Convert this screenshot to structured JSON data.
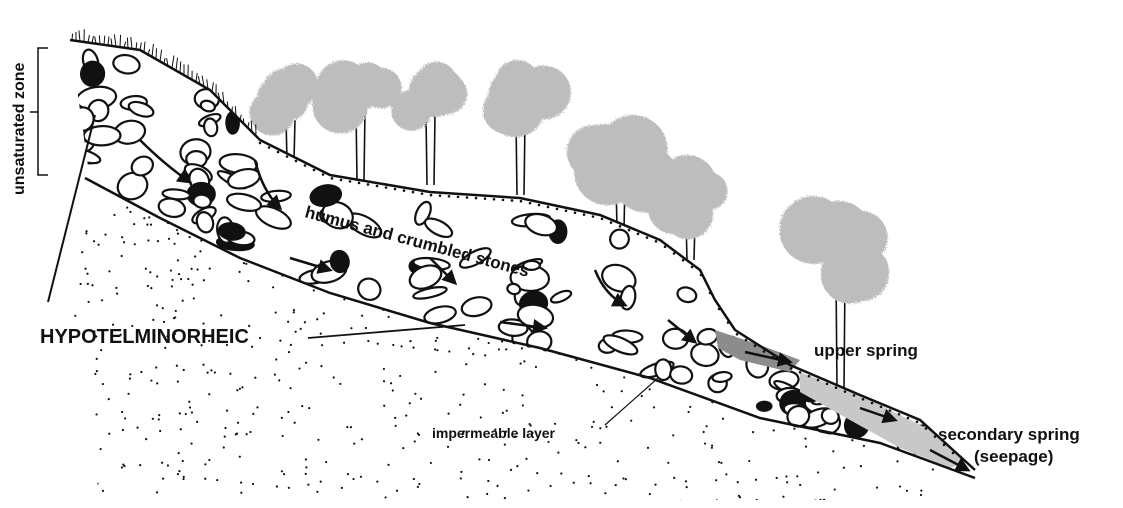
{
  "diagram": {
    "labels": {
      "unsaturated_zone": "unsaturated zone",
      "humus": "humus and crumbled stones",
      "hypotelminorheic": "HYPOTELMINORHEIC",
      "impermeable_layer": "impermeable layer",
      "upper_spring": "upper spring",
      "secondary_spring": "secondary spring",
      "seepage": "(seepage)"
    },
    "colors": {
      "ink": "#111111",
      "tree_canopy": "#bdbdbd",
      "spring_water": "#8c8c8c",
      "seepage_water": "#c8c8c8"
    }
  }
}
